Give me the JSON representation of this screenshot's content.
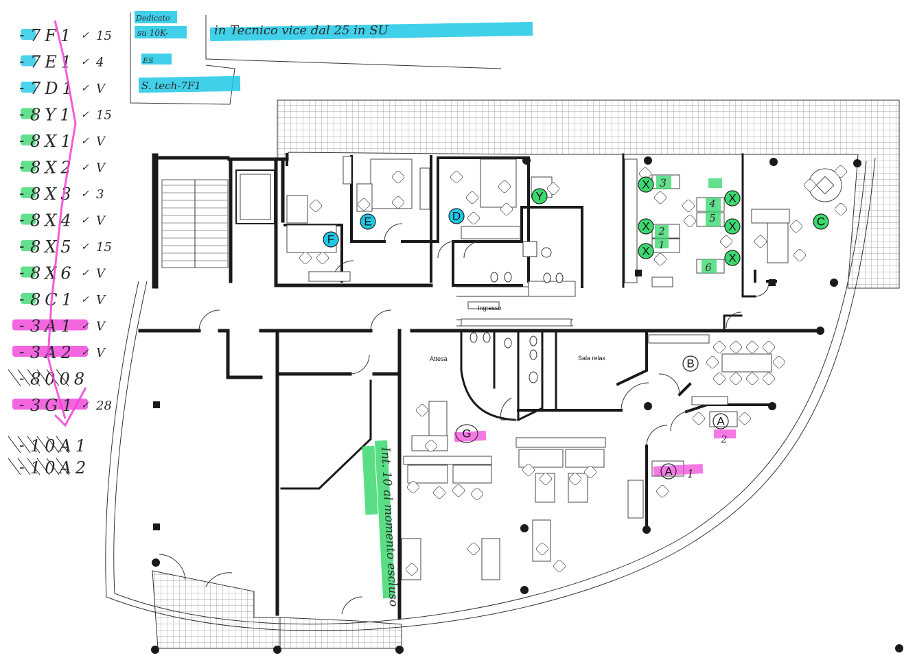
{
  "legend_list": [
    {
      "code": "7F1",
      "check": "✓",
      "note": "15",
      "highlight": "#1ec8e6",
      "status": "assigned"
    },
    {
      "code": "7E1",
      "check": "✓",
      "note": "4",
      "highlight": "#1ec8e6",
      "status": "assigned"
    },
    {
      "code": "7D1",
      "check": "✓",
      "note": "V",
      "highlight": "#1ec8e6",
      "status": "assigned"
    },
    {
      "code": "8Y1",
      "check": "✓",
      "note": "15",
      "highlight": "#3cd870",
      "status": "assigned"
    },
    {
      "code": "8X1",
      "check": "✓",
      "note": "V",
      "highlight": "#3cd870",
      "status": "assigned"
    },
    {
      "code": "8X2",
      "check": "✓",
      "note": "V",
      "highlight": "#3cd870",
      "status": "assigned"
    },
    {
      "code": "8X3",
      "check": "✓",
      "note": "3",
      "highlight": "#3cd870",
      "status": "assigned"
    },
    {
      "code": "8X4",
      "check": "✓",
      "note": "V",
      "highlight": "#3cd870",
      "status": "assigned"
    },
    {
      "code": "8X5",
      "check": "✓",
      "note": "15",
      "highlight": "#3cd870",
      "status": "assigned"
    },
    {
      "code": "8X6",
      "check": "✓",
      "note": "V",
      "highlight": "#3cd870",
      "status": "assigned"
    },
    {
      "code": "8C1",
      "check": "✓",
      "note": "V",
      "highlight": "#3cd870",
      "status": "assigned"
    },
    {
      "code": "3A1",
      "check": "✓",
      "note": "V",
      "highlight": "#f040d8",
      "status": "assigned"
    },
    {
      "code": "3A2",
      "check": "✓",
      "note": "V",
      "highlight": "#f040d8",
      "status": "assigned"
    },
    {
      "code": "8008",
      "check": "",
      "note": "",
      "highlight": "",
      "status": "crossed"
    },
    {
      "code": "3G1",
      "check": "✓",
      "note": "28",
      "highlight": "#f040d8",
      "status": "assigned"
    },
    {
      "code": "10A1",
      "check": "",
      "note": "",
      "highlight": "",
      "status": "crossed"
    },
    {
      "code": "10A2",
      "check": "",
      "note": "",
      "highlight": "",
      "status": "crossed"
    }
  ],
  "side_notes": {
    "box_line1": "Dedicato",
    "box_line2": "su 10K-",
    "box_line3": "ES",
    "box_line4": "S. tech-7F1",
    "header_note": "in Tecnico vice dal 25 in SU"
  },
  "rooms": {
    "entrance": "Ingresso",
    "waiting": "Attesa",
    "relax": "Sala relax"
  },
  "markers": [
    {
      "label": "F",
      "color": "#1ec8e6"
    },
    {
      "label": "E",
      "color": "#1ec8e6"
    },
    {
      "label": "D",
      "color": "#1ec8e6"
    },
    {
      "label": "Y",
      "color": "#3cd870"
    },
    {
      "label": "X",
      "color": "#3cd870"
    },
    {
      "label": "X",
      "color": "#3cd870"
    },
    {
      "label": "X",
      "color": "#3cd870"
    },
    {
      "label": "X",
      "color": "#3cd870"
    },
    {
      "label": "X",
      "color": "#3cd870"
    },
    {
      "label": "X",
      "color": "#3cd870"
    },
    {
      "label": "C",
      "color": "#3cd870"
    },
    {
      "label": "B",
      "color": ""
    },
    {
      "label": "A",
      "color": "#f040d8"
    },
    {
      "label": "A",
      "color": "#f040d8"
    },
    {
      "label": "G",
      "color": "#f040d8"
    }
  ],
  "seat_numbers": [
    "3",
    "4",
    "5",
    "2",
    "1",
    "6",
    "2",
    "1"
  ],
  "green_note": "Int. 10 al momento escluso"
}
